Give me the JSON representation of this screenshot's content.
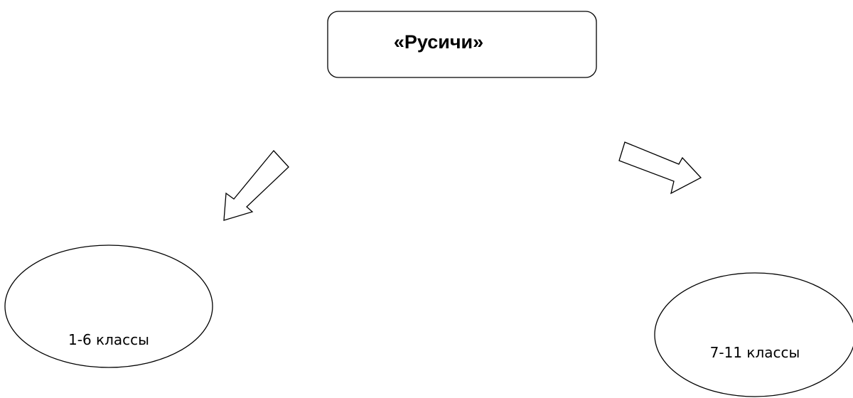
{
  "diagram": {
    "root": {
      "label": "«Русичи»"
    },
    "branches": [
      {
        "label": "1-6 классы"
      },
      {
        "label": "7-11 классы"
      }
    ],
    "colors": {
      "stroke": "#000000",
      "fill": "#ffffff"
    }
  }
}
